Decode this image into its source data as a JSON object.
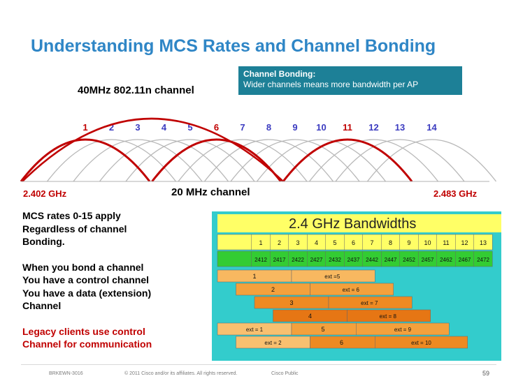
{
  "title": "Understanding MCS Rates and Channel Bonding",
  "callout": {
    "heading": "Channel Bonding:",
    "body": "Wider channels means more bandwidth per AP"
  },
  "ch40_label": "40MHz 802.11n channel",
  "channels": [
    "1",
    "2",
    "3",
    "4",
    "5",
    "6",
    "7",
    "8",
    "9",
    "10",
    "11",
    "12",
    "13",
    "14"
  ],
  "highlighted_channels": [
    "1",
    "6",
    "11"
  ],
  "freq_left": "2.402 GHz",
  "freq_right": "2.483 GHz",
  "ch20_label": "20 MHz channel",
  "notes": {
    "line1": "MCS rates 0-15 apply",
    "line2": "Regardless of channel",
    "line3": "Bonding.",
    "line4": "When you bond a channel",
    "line5": "You have a control channel",
    "line6": "You have a data (extension)",
    "line7": "Channel",
    "line8": "Legacy clients use control",
    "line9": "Channel for communication"
  },
  "bandwidth_table": {
    "title": "2.4 GHz Bandwidths",
    "channels": [
      "1",
      "2",
      "3",
      "4",
      "5",
      "6",
      "7",
      "8",
      "9",
      "10",
      "11",
      "12",
      "13"
    ],
    "freqs": [
      "2412",
      "2417",
      "2422",
      "2427",
      "2432",
      "2437",
      "2442",
      "2447",
      "2452",
      "2457",
      "2462",
      "2467",
      "2472"
    ],
    "rows": [
      {
        "ctrl": "1",
        "ext": "ext =5"
      },
      {
        "ctrl": "2",
        "ext": "ext = 6"
      },
      {
        "ctrl": "3",
        "ext": "ext = 7"
      },
      {
        "ctrl": "4",
        "ext": "ext = 8"
      },
      {
        "ext2": "ext = 1",
        "ctrl": "5",
        "ext": "ext = 9"
      },
      {
        "ext2": "ext = 2",
        "ctrl": "6",
        "ext": "ext = 10"
      }
    ]
  },
  "footer": {
    "code": "BRKEWN-3016",
    "copyright": "© 2011 Cisco and/or its affiliates. All rights reserved.",
    "classification": "Cisco Public",
    "page": "59"
  },
  "colors": {
    "title": "#2f86c6",
    "callout_bg": "#1d8097",
    "red": "#c00000",
    "channel_num": "#3b3bc0",
    "table_header_bg": "#ffff66",
    "table_row_bg": "#33cc33",
    "bar_orange": "#f4a13c"
  }
}
